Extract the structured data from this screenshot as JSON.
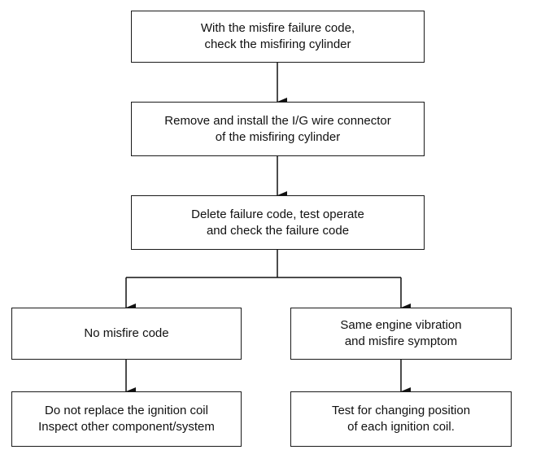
{
  "flowchart": {
    "step1": {
      "lines": [
        "With the misfire failure code,",
        "check the misfiring cylinder"
      ]
    },
    "step2": {
      "lines": [
        "Remove and install the I/G wire connector",
        "of the misfiring cylinder"
      ]
    },
    "step3": {
      "lines": [
        "Delete failure code, test operate",
        "and check the  failure code"
      ]
    },
    "branch_left": {
      "lines": [
        "No misfire code"
      ]
    },
    "branch_right": {
      "lines": [
        "Same engine vibration",
        "and misfire symptom"
      ]
    },
    "result_left": {
      "lines": [
        "Do not replace the ignition coil",
        "Inspect other component/system"
      ]
    },
    "result_right": {
      "lines": [
        "Test for changing position",
        "of each ignition coil."
      ]
    }
  }
}
